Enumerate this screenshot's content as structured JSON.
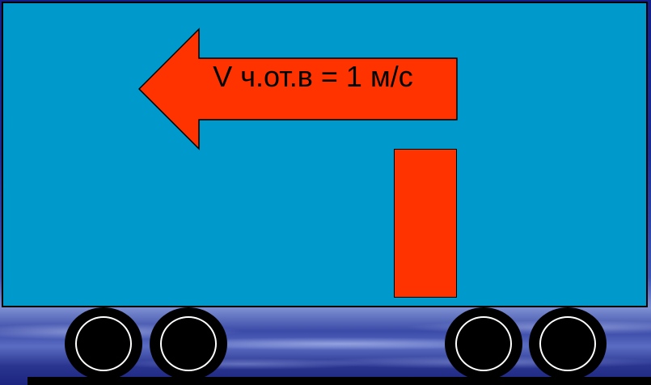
{
  "arrow": {
    "label": "V ч.от.в = 1 м/с",
    "direction": "left",
    "color": "#ff3300"
  },
  "colors": {
    "wagon": "#0099cc",
    "block": "#ff3300",
    "wheel": "#000000",
    "background": "#1a2d95"
  },
  "wheels": {
    "count": 4
  }
}
